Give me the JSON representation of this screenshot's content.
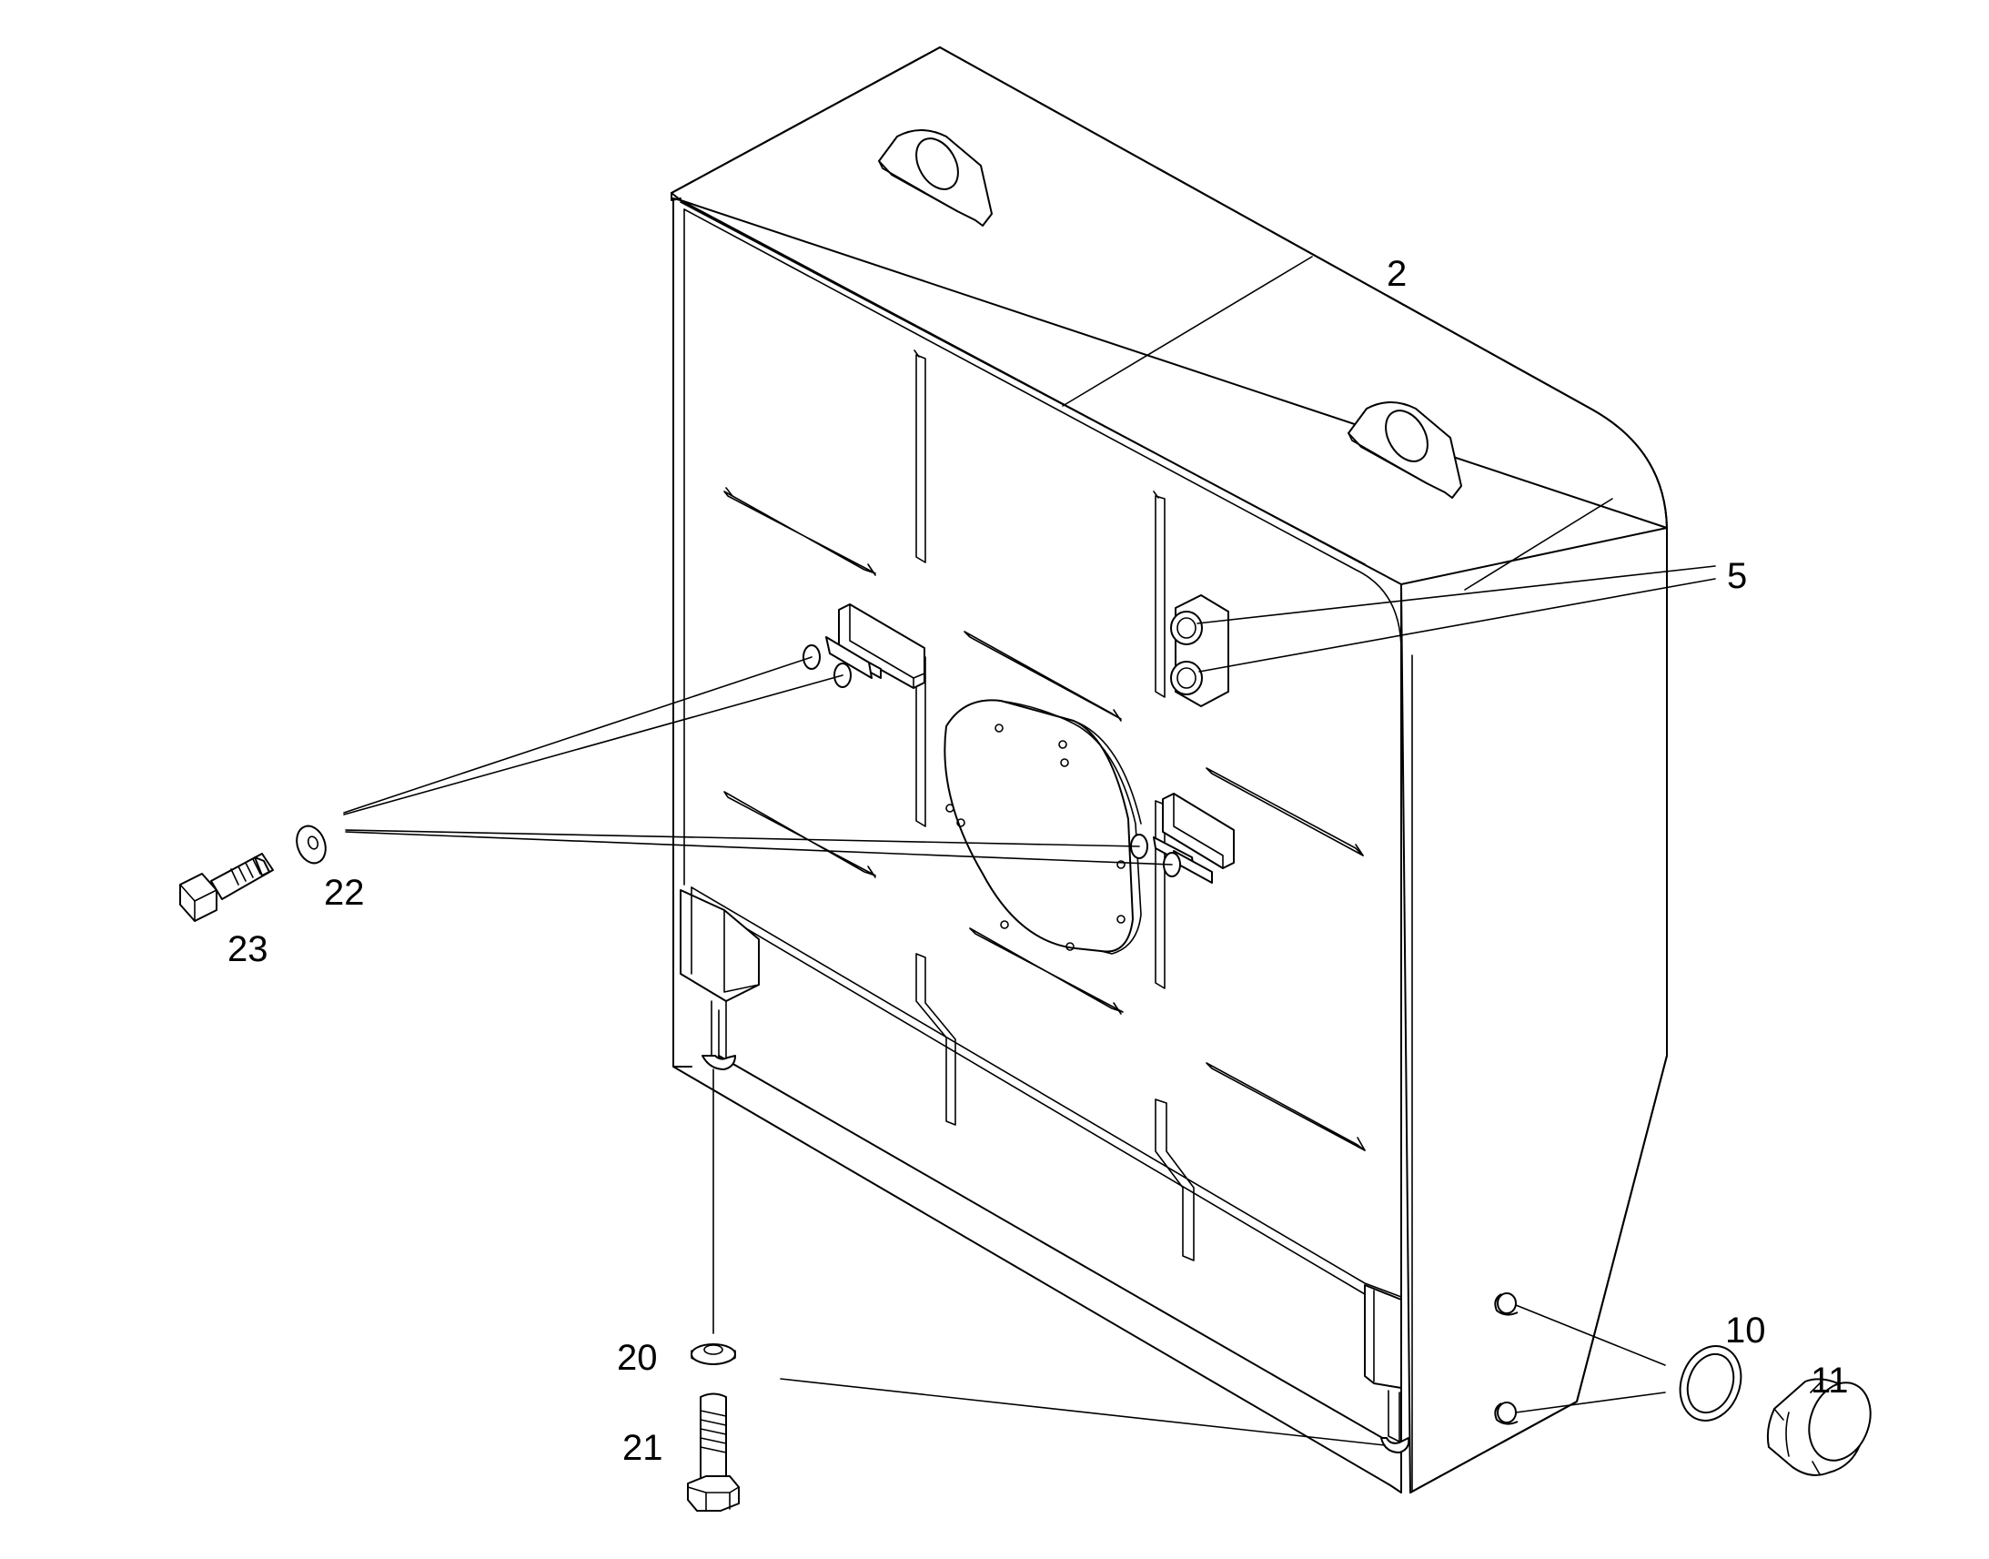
{
  "callouts": {
    "c2": "2",
    "c5": "5",
    "c10": "10",
    "c11": "11",
    "c20": "20",
    "c21": "21",
    "c22": "22",
    "c23": "23"
  }
}
